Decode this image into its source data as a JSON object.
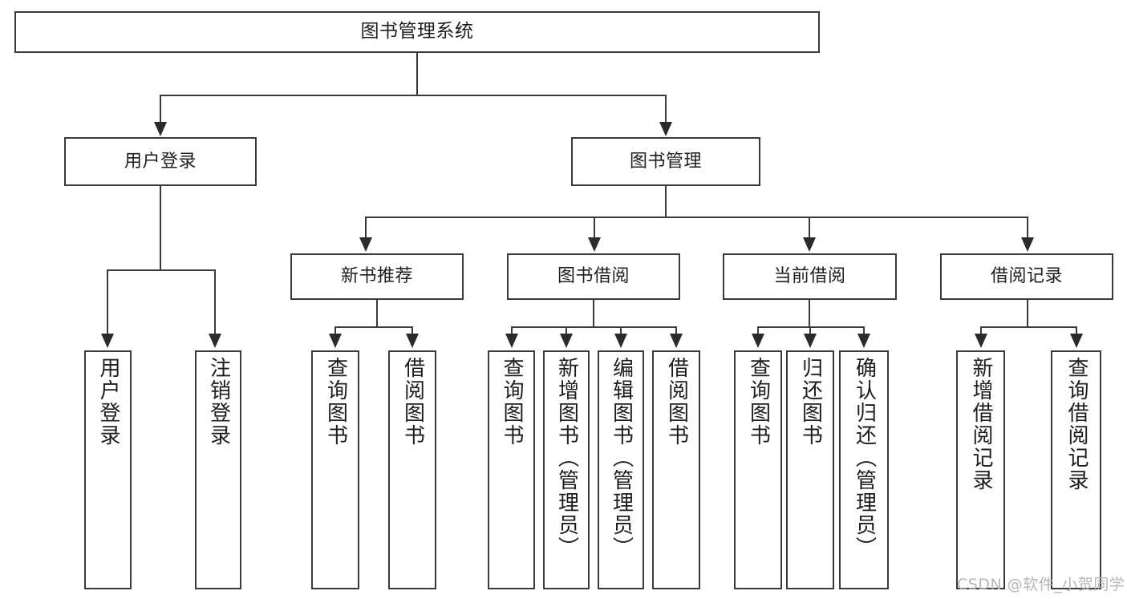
{
  "diagram": {
    "type": "tree",
    "title": "图书管理系统",
    "orientation": "top-down",
    "levels": 4,
    "colors": {
      "box_border": "#3a3a3a",
      "box_fill": "#ffffff",
      "connector": "#3a3a3a",
      "text": "#1d1d1d",
      "watermark": "#b6b6b6",
      "background": "#ffffff"
    }
  },
  "root": {
    "label": "图书管理系统"
  },
  "level2": [
    {
      "label": "用户登录"
    },
    {
      "label": "图书管理"
    }
  ],
  "level3": [
    {
      "label": "新书推荐"
    },
    {
      "label": "图书借阅"
    },
    {
      "label": "当前借阅"
    },
    {
      "label": "借阅记录"
    }
  ],
  "leaves": {
    "user_login": [
      {
        "label": "用户登录"
      },
      {
        "label": "注销登录"
      }
    ],
    "new_book": [
      {
        "label": "查询图书"
      },
      {
        "label": "借阅图书"
      }
    ],
    "book_borrow": [
      {
        "label": "查询图书"
      },
      {
        "label": "新增图书（管理员）"
      },
      {
        "label": "编辑图书（管理员）"
      },
      {
        "label": "借阅图书"
      }
    ],
    "current_borrow": [
      {
        "label": "查询图书"
      },
      {
        "label": "归还图书"
      },
      {
        "label": "确认归还（管理员）"
      }
    ],
    "borrow_record": [
      {
        "label": "新增借阅记录"
      },
      {
        "label": "查询借阅记录"
      }
    ]
  },
  "watermark": {
    "text": "CSDN @软件_小贺同学"
  }
}
